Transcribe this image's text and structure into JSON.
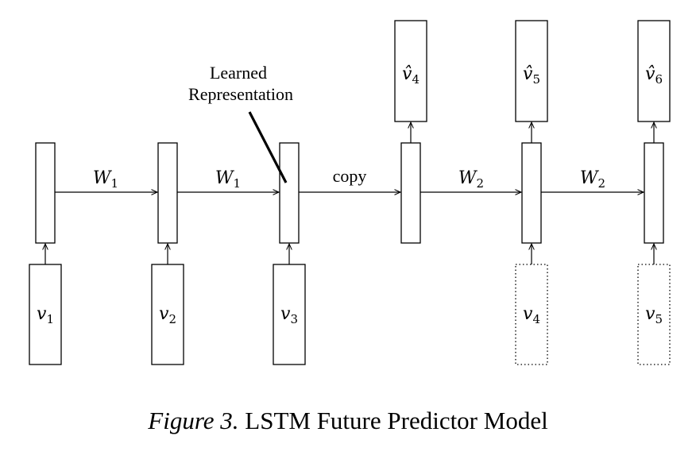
{
  "annotation": {
    "line1": "Learned",
    "line2": "Representation"
  },
  "edge_labels": [
    {
      "base": "W",
      "sub": "1"
    },
    {
      "base": "W",
      "sub": "1"
    },
    {
      "text": "copy"
    },
    {
      "base": "W",
      "sub": "2"
    },
    {
      "base": "W",
      "sub": "2"
    }
  ],
  "inputs": [
    {
      "base": "v",
      "sub": "1",
      "style": "solid"
    },
    {
      "base": "v",
      "sub": "2",
      "style": "solid"
    },
    {
      "base": "v",
      "sub": "3",
      "style": "solid"
    },
    {
      "base": "v",
      "sub": "4",
      "style": "dotted"
    },
    {
      "base": "v",
      "sub": "5",
      "style": "dotted"
    }
  ],
  "outputs": [
    {
      "base": "v̂",
      "sub": "4"
    },
    {
      "base": "v̂",
      "sub": "5"
    },
    {
      "base": "v̂",
      "sub": "6"
    }
  ],
  "caption": {
    "figure_label": "Figure 3.",
    "title": "LSTM Future Predictor Model"
  }
}
